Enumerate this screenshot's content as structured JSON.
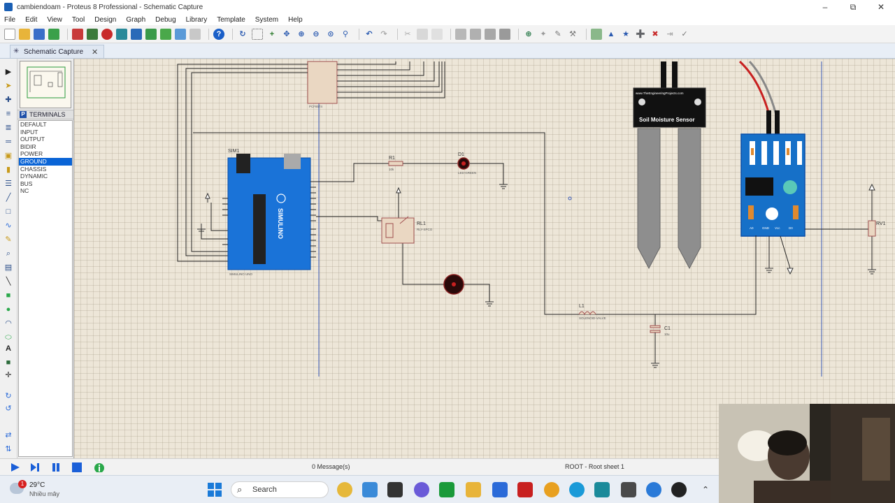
{
  "window": {
    "title": "cambiendoam - Proteus 8 Professional - Schematic Capture",
    "controls": [
      "–",
      "⧉",
      "✕"
    ]
  },
  "menu": [
    "File",
    "Edit",
    "View",
    "Tool",
    "Design",
    "Graph",
    "Debug",
    "Library",
    "Template",
    "System",
    "Help"
  ],
  "tab": {
    "label": "Schematic Capture",
    "close": "✕"
  },
  "panel": {
    "mode_badge": "P",
    "title": "TERMINALS",
    "items": [
      "DEFAULT",
      "INPUT",
      "OUTPUT",
      "BIDIR",
      "POWER",
      "GROUND",
      "CHASSIS",
      "DYNAMIC",
      "BUS",
      "NC"
    ],
    "selected": "GROUND"
  },
  "schematic": {
    "sim1_label": "SIM1",
    "sim1_part": "SIMULINO UNO",
    "arduino_text": "SIMULINO",
    "r1_label": "R1",
    "r1_value": "10k",
    "d1_label": "D1",
    "d1_part": "LED-GREEN",
    "rl1_label": "RL1",
    "rl1_part": "RLY-SPCO",
    "l1_label": "L1",
    "l1_part": "SOLENOID-VALVE",
    "c1_label": "C1",
    "c1_value": "10u",
    "rv1_label": "RV1",
    "sensor_url": "www.TheEngineeringProjects.com",
    "sensor_title": "Soil Moisture Sensor",
    "module_pins": [
      "A0",
      "GND",
      "Vcc",
      "D0"
    ],
    "ic_label": "PCF8574"
  },
  "status": {
    "messages": "0 Message(s)",
    "sheet": "ROOT - Root sheet 1"
  },
  "taskbar": {
    "weather_badge": "1",
    "temperature": "29°C",
    "condition": "Nhiều mây",
    "search_placeholder": "Search",
    "search_icon": "⌕"
  },
  "colors": {
    "canvas": "#ede6d8",
    "arduino": "#1a73d8",
    "sensor_module": "#1670c8",
    "wire": "#222222",
    "selection": "#0a64d6"
  }
}
